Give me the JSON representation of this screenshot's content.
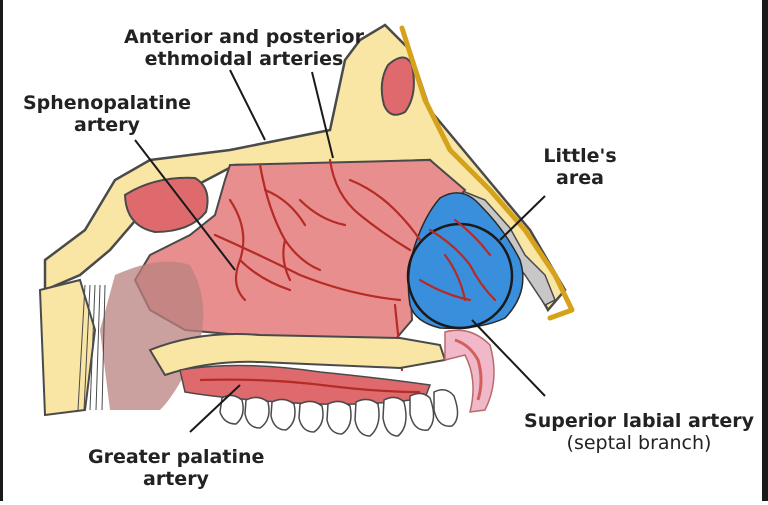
{
  "labels": {
    "ethmoidal": {
      "line1": "Anterior and posterior",
      "line2": "ethmoidal arteries"
    },
    "sphenopalatine": {
      "line1": "Sphenopalatine",
      "line2": "artery"
    },
    "littles_area": {
      "line1": "Little's",
      "line2": "area"
    },
    "superior_labial": {
      "line1": "Superior labial artery",
      "line2": "(septal branch)"
    },
    "greater_palatine": {
      "line1": "Greater palatine",
      "line2": "artery"
    }
  },
  "colors": {
    "bone": "#f9e5a4",
    "bone_outline": "#4a4a4a",
    "septum": "#e88e8e",
    "sinus": "#df6a6e",
    "artery": "#b52b26",
    "littles_area": "#3a8fdc",
    "nose_skin": "#d6a21c",
    "cartilage": "#c7c7c7",
    "palate_pink": "#f0b8c8",
    "teeth": "#ffffff"
  }
}
